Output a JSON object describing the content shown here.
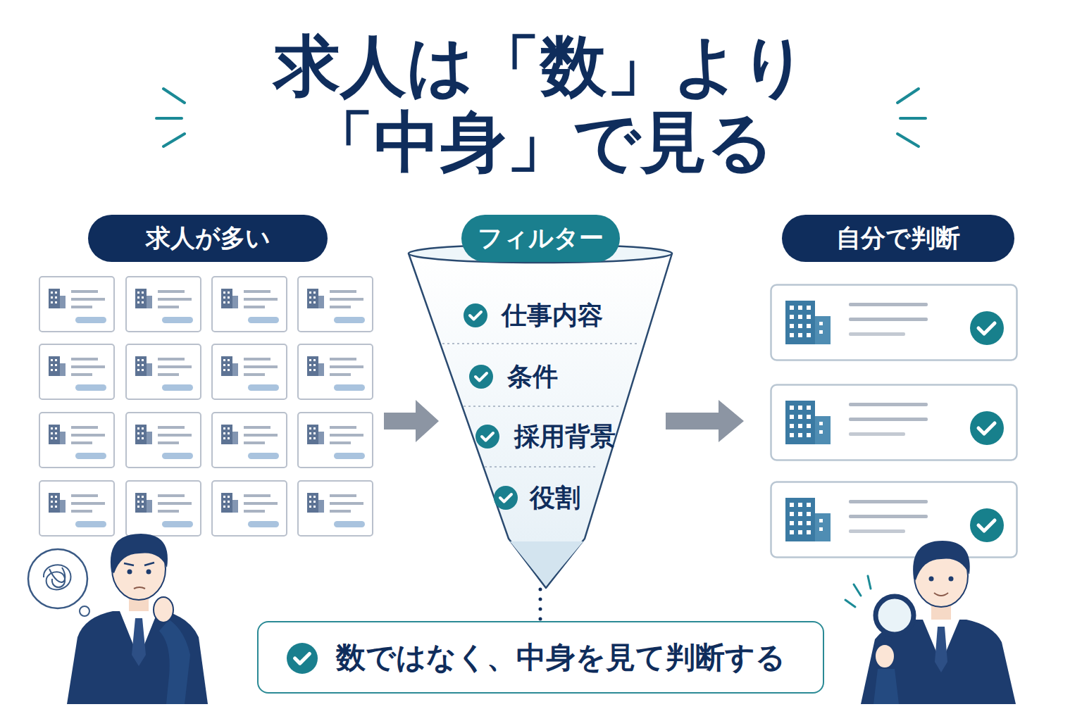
{
  "diagram": {
    "title": "求人は「数」より 「中身」で見る",
    "nodes": [
      {
        "text": [
          "求人が多い"
        ]
      },
      {
        "text": [
          "フィルター"
        ]
      },
      {
        "text": [
          "仕事内容",
          "条件",
          "採用背景",
          "役割"
        ]
      },
      {
        "text": [
          "自分で判断"
        ]
      },
      {
        "text": [
          "数ではなく、中身を見て判断する"
        ]
      }
    ],
    "edges": [
      {
        "from": 2,
        "to": 4,
        "arrow": "none"
      }
    ]
  }
}
